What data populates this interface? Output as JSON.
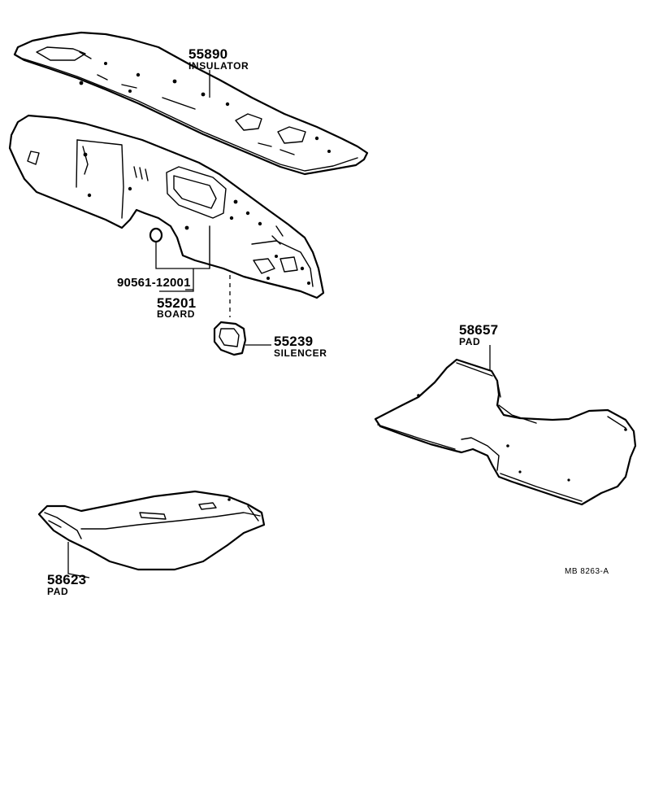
{
  "parts": [
    {
      "number": "55890",
      "name": "INSULATOR"
    },
    {
      "number": "55201",
      "name": "BOARD"
    },
    {
      "number": "90561-12001",
      "name": ""
    },
    {
      "number": "55239",
      "name": "SILENCER"
    },
    {
      "number": "58657",
      "name": "PAD"
    },
    {
      "number": "58623",
      "name": "PAD"
    }
  ],
  "diagram_code": "MB  8263-A"
}
